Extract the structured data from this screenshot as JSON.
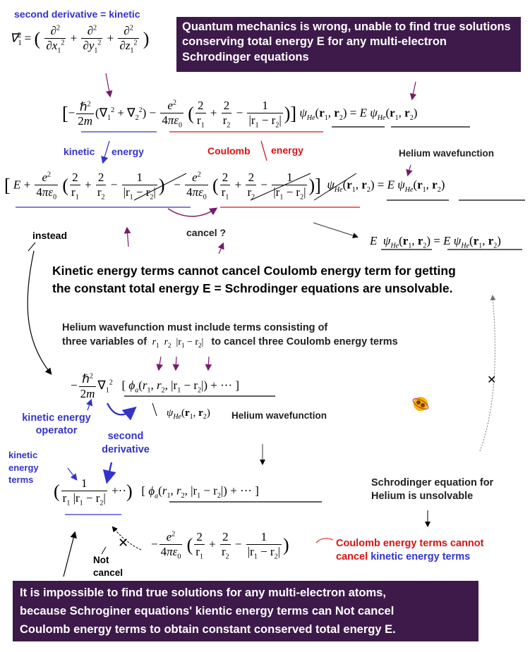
{
  "top_label": "second derivative = kinetic",
  "banner_top": "Quantum mechanics is wrong, unable to find true solutions conserving total energy E for any multi-electron Schrodinger equations",
  "banner_top_parts": [
    {
      "text": "Quantum mechanics is ",
      "bold": false
    },
    {
      "text": "wrong, unable",
      "bold": true
    },
    {
      "text": " to find true solutions conserving total energy E  for any multi-electron Schrodinger equations",
      "bold": false
    }
  ],
  "labels": {
    "kinetic": "kinetic",
    "energy_blue": "energy",
    "coulomb": "Coulomb",
    "energy_red": "energy",
    "helium_wavefunction": "Helium wavefunction",
    "cancel_q": "cancel ?",
    "instead": "instead"
  },
  "statement_1_line1_a": "Kinetic energy terms can",
  "statement_1_line1_b": "not",
  "statement_1_line1_c": " cancel Coulomb energy term for getting",
  "statement_1_line2_a": "the constant total energy E   = Schrodinger equations are ",
  "statement_1_line2_b": "unsolvable",
  "statement_1_line2_c": ".",
  "helium_note_line1": "Helium wavefunction must include terms consisting of",
  "helium_note_line2a": "three variables of",
  "helium_note_line2b": "to cancel three Coulomb energy terms",
  "operator_labels": {
    "kinetic_energy_operator": "kinetic energy operator",
    "second_derivative": "second derivative",
    "helium_wavefunction": "Helium wavefunction",
    "kinetic_energy_terms": "kinetic energy terms"
  },
  "unsolvable_note": "Schrodinger equation for Helium is unsolvable",
  "not_cancel": "Not cancel",
  "coulomb_cannot_a": "Coulomb energy terms cannot",
  "coulomb_cannot_b": "cancel",
  "coulomb_cannot_c": "kinetic energy terms",
  "banner_bottom_l1a": "It is ",
  "banner_bottom_l1b": "impossible",
  "banner_bottom_l1c": " to find true solutions for any multi-electron atoms,",
  "banner_bottom_l2a": "because Schroginer equations' kientic energy terms can ",
  "banner_bottom_l2b": "Not",
  "banner_bottom_l2c": " cancel",
  "banner_bottom_l3": "Coulomb energy terms to obtain constant conserved total energy E.",
  "colors": {
    "banner": "#3d1a4a",
    "blue_label": "#3333cc",
    "red_label": "#dd1111",
    "arrow_purple": "#7a1a6a"
  }
}
